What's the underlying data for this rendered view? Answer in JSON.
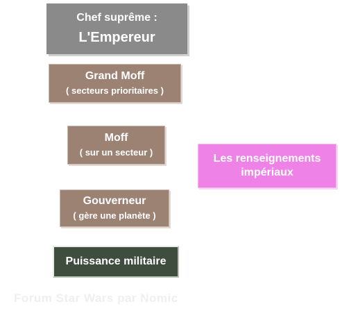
{
  "diagram": {
    "emperor": {
      "line1": "Chef suprême :",
      "line2": "L'Empereur"
    },
    "grand_moff": {
      "line1": "Grand Moff",
      "line2": "( secteurs prioritaires )"
    },
    "moff": {
      "line1": "Moff",
      "line2": "( sur un secteur )"
    },
    "intelligence": {
      "line1": "Les renseignements",
      "line2": "impériaux"
    },
    "governor": {
      "line1": "Gouverneur",
      "line2": "( gère une planète )"
    },
    "military": {
      "label": "Puissance militaire"
    }
  },
  "footer": {
    "text": "Forum Star Wars par Nomic"
  },
  "colors": {
    "emperor": "#8a8a8a",
    "officials": "#9c8273",
    "intelligence": "#ee82e6",
    "military": "#3e4d3d"
  }
}
